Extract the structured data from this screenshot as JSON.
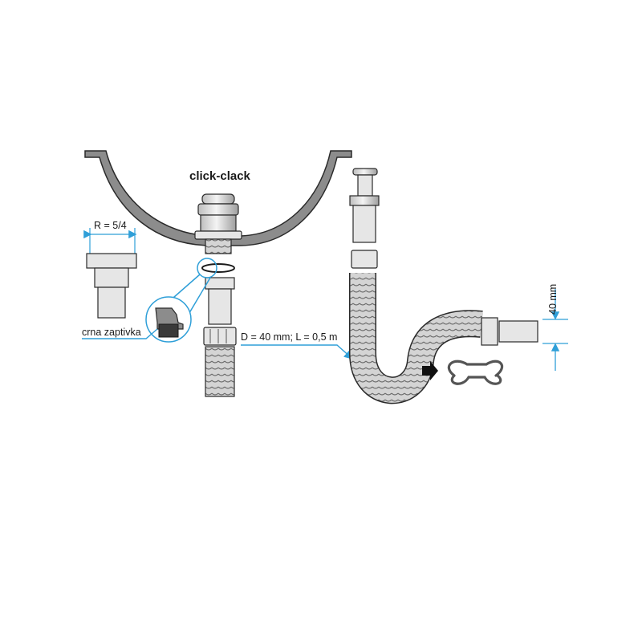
{
  "labels": {
    "title": "click-clack",
    "thread_size": "R = 5/4",
    "gasket": "crna zaptivka",
    "hose_spec": "D = 40 mm; L = 0,5 m",
    "outlet_size": "40 mm"
  },
  "colors": {
    "line": "#2a2a2a",
    "basin_fill": "#8c8c8c",
    "part_fill": "#e6e6e6",
    "hose_fill": "#cfcfcf",
    "callout": "#2f9fd8",
    "gasket_fill": "#3a3a3a",
    "arrow": "#111111"
  },
  "icons": {
    "direction_arrow": "right-arrow-icon",
    "clip": "hose-clip-icon"
  }
}
